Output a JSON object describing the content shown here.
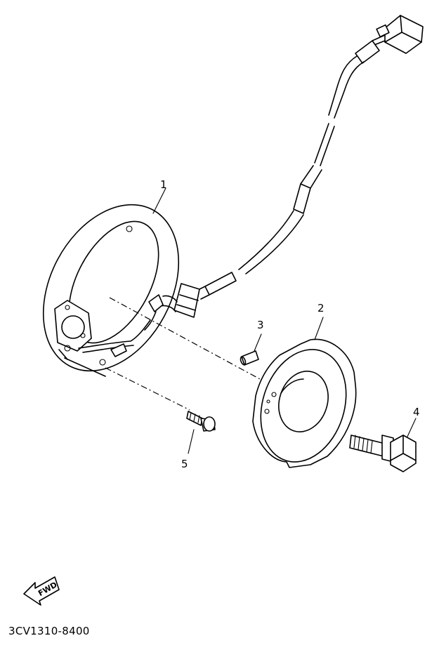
{
  "callouts": {
    "part1": "1",
    "part2": "2",
    "part3": "3",
    "part4": "4",
    "part5": "5"
  },
  "direction_label": "FWD",
  "diagram_code": "3CV1310-8400"
}
